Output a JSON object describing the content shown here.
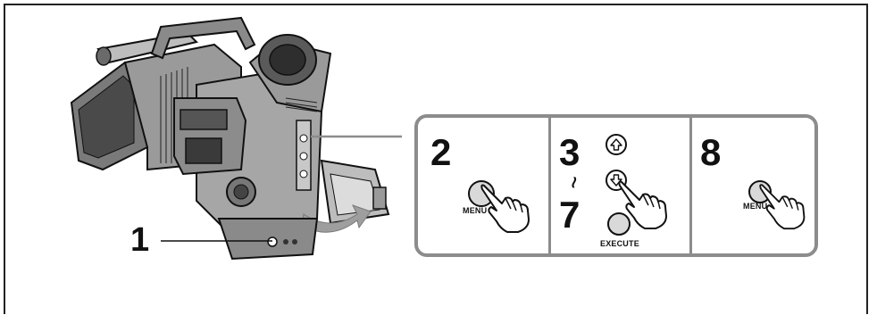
{
  "callouts": {
    "camera_step": "1"
  },
  "steps": [
    {
      "number": "2",
      "button_label": "MENU"
    },
    {
      "number_from": "3",
      "range_mark": "≀",
      "number_to": "7",
      "button_label": "EXECUTE"
    },
    {
      "number": "8",
      "button_label": "MENU"
    }
  ],
  "icons": {
    "up": "up-arrow-icon",
    "down": "down-arrow-icon",
    "hand": "pointing-hand-icon",
    "camera": "camcorder-illustration"
  },
  "colors": {
    "panel_border": "#8c8c8c",
    "line": "#111111"
  }
}
